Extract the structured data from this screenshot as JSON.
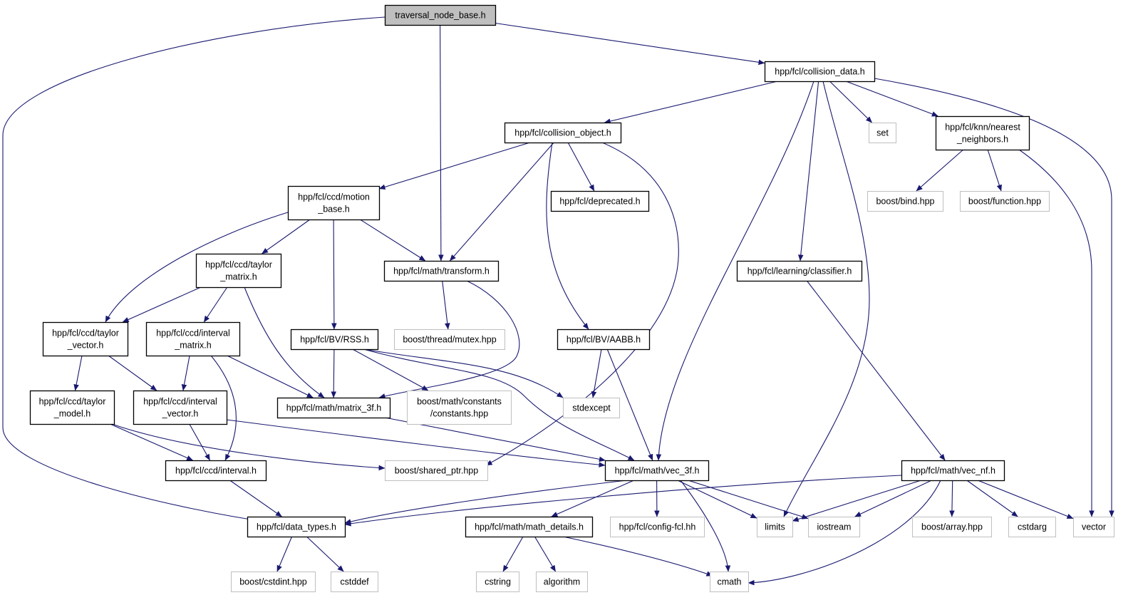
{
  "colors": {
    "edge": "#191970",
    "root_fill": "#bfbfbf",
    "box_border": "#000000",
    "external_border": "#bfbfbf",
    "text": "#000000"
  },
  "nodes": {
    "traversal": {
      "lines": [
        "traversal_node_base.h"
      ],
      "kind": "root"
    },
    "collision_data": {
      "lines": [
        "hpp/fcl/collision_data.h"
      ],
      "kind": "header"
    },
    "collision_object": {
      "lines": [
        "hpp/fcl/collision_object.h"
      ],
      "kind": "header"
    },
    "set": {
      "lines": [
        "set"
      ],
      "kind": "external"
    },
    "knn": {
      "lines": [
        "hpp/fcl/knn/nearest",
        "_neighbors.h"
      ],
      "kind": "header"
    },
    "motion_base": {
      "lines": [
        "hpp/fcl/ccd/motion",
        "_base.h"
      ],
      "kind": "header"
    },
    "deprecated": {
      "lines": [
        "hpp/fcl/deprecated.h"
      ],
      "kind": "header"
    },
    "boost_bind": {
      "lines": [
        "boost/bind.hpp"
      ],
      "kind": "external"
    },
    "boost_function": {
      "lines": [
        "boost/function.hpp"
      ],
      "kind": "external"
    },
    "taylor_matrix": {
      "lines": [
        "hpp/fcl/ccd/taylor",
        "_matrix.h"
      ],
      "kind": "header"
    },
    "transform": {
      "lines": [
        "hpp/fcl/math/transform.h"
      ],
      "kind": "header"
    },
    "classifier": {
      "lines": [
        "hpp/fcl/learning/classifier.h"
      ],
      "kind": "header"
    },
    "taylor_vector": {
      "lines": [
        "hpp/fcl/ccd/taylor",
        "_vector.h"
      ],
      "kind": "header"
    },
    "interval_matrix": {
      "lines": [
        "hpp/fcl/ccd/interval",
        "_matrix.h"
      ],
      "kind": "header"
    },
    "rss": {
      "lines": [
        "hpp/fcl/BV/RSS.h"
      ],
      "kind": "header"
    },
    "mutex": {
      "lines": [
        "boost/thread/mutex.hpp"
      ],
      "kind": "external"
    },
    "aabb": {
      "lines": [
        "hpp/fcl/BV/AABB.h"
      ],
      "kind": "header"
    },
    "taylor_model": {
      "lines": [
        "hpp/fcl/ccd/taylor",
        "_model.h"
      ],
      "kind": "header"
    },
    "interval_vector": {
      "lines": [
        "hpp/fcl/ccd/interval",
        "_vector.h"
      ],
      "kind": "header"
    },
    "matrix_3f": {
      "lines": [
        "hpp/fcl/math/matrix_3f.h"
      ],
      "kind": "header"
    },
    "constants": {
      "lines": [
        "boost/math/constants",
        "/constants.hpp"
      ],
      "kind": "external"
    },
    "stdexcept": {
      "lines": [
        "stdexcept"
      ],
      "kind": "external"
    },
    "interval": {
      "lines": [
        "hpp/fcl/ccd/interval.h"
      ],
      "kind": "header"
    },
    "shared_ptr": {
      "lines": [
        "boost/shared_ptr.hpp"
      ],
      "kind": "external"
    },
    "vec_3f": {
      "lines": [
        "hpp/fcl/math/vec_3f.h"
      ],
      "kind": "header"
    },
    "vec_nf": {
      "lines": [
        "hpp/fcl/math/vec_nf.h"
      ],
      "kind": "header"
    },
    "data_types": {
      "lines": [
        "hpp/fcl/data_types.h"
      ],
      "kind": "header"
    },
    "math_details": {
      "lines": [
        "hpp/fcl/math/math_details.h"
      ],
      "kind": "header"
    },
    "config_fcl": {
      "lines": [
        "hpp/fcl/config-fcl.hh"
      ],
      "kind": "external"
    },
    "limits": {
      "lines": [
        "limits"
      ],
      "kind": "external"
    },
    "iostream": {
      "lines": [
        "iostream"
      ],
      "kind": "external"
    },
    "boost_array": {
      "lines": [
        "boost/array.hpp"
      ],
      "kind": "external"
    },
    "cstdarg": {
      "lines": [
        "cstdarg"
      ],
      "kind": "external"
    },
    "vector": {
      "lines": [
        "vector"
      ],
      "kind": "external"
    },
    "cstdint": {
      "lines": [
        "boost/cstdint.hpp"
      ],
      "kind": "external"
    },
    "cstddef": {
      "lines": [
        "cstddef"
      ],
      "kind": "external"
    },
    "cstring": {
      "lines": [
        "cstring"
      ],
      "kind": "external"
    },
    "algorithm": {
      "lines": [
        "algorithm"
      ],
      "kind": "external"
    },
    "cmath": {
      "lines": [
        "cmath"
      ],
      "kind": "external"
    }
  },
  "edges": [
    [
      "traversal",
      "collision_data"
    ],
    [
      "traversal",
      "transform"
    ],
    [
      "traversal",
      "data_types"
    ],
    [
      "collision_data",
      "collision_object"
    ],
    [
      "collision_data",
      "set"
    ],
    [
      "collision_data",
      "knn"
    ],
    [
      "collision_data",
      "vector"
    ],
    [
      "collision_data",
      "vec_3f"
    ],
    [
      "collision_data",
      "classifier"
    ],
    [
      "collision_data",
      "limits"
    ],
    [
      "collision_object",
      "motion_base"
    ],
    [
      "collision_object",
      "transform"
    ],
    [
      "collision_object",
      "deprecated"
    ],
    [
      "collision_object",
      "aabb"
    ],
    [
      "collision_object",
      "shared_ptr"
    ],
    [
      "knn",
      "boost_bind"
    ],
    [
      "knn",
      "boost_function"
    ],
    [
      "knn",
      "vector"
    ],
    [
      "motion_base",
      "taylor_vector"
    ],
    [
      "motion_base",
      "taylor_matrix"
    ],
    [
      "motion_base",
      "rss"
    ],
    [
      "motion_base",
      "transform"
    ],
    [
      "taylor_matrix",
      "taylor_vector"
    ],
    [
      "taylor_matrix",
      "interval_matrix"
    ],
    [
      "taylor_matrix",
      "matrix_3f"
    ],
    [
      "transform",
      "mutex"
    ],
    [
      "transform",
      "matrix_3f"
    ],
    [
      "classifier",
      "vec_nf"
    ],
    [
      "taylor_vector",
      "taylor_model"
    ],
    [
      "taylor_vector",
      "interval_vector"
    ],
    [
      "interval_matrix",
      "interval_vector"
    ],
    [
      "interval_matrix",
      "interval"
    ],
    [
      "interval_matrix",
      "matrix_3f"
    ],
    [
      "rss",
      "matrix_3f"
    ],
    [
      "rss",
      "constants"
    ],
    [
      "rss",
      "stdexcept"
    ],
    [
      "rss",
      "vec_3f"
    ],
    [
      "aabb",
      "stdexcept"
    ],
    [
      "aabb",
      "vec_3f"
    ],
    [
      "taylor_model",
      "interval"
    ],
    [
      "taylor_model",
      "shared_ptr"
    ],
    [
      "interval_vector",
      "interval"
    ],
    [
      "interval_vector",
      "vec_3f"
    ],
    [
      "matrix_3f",
      "vec_3f"
    ],
    [
      "interval",
      "data_types"
    ],
    [
      "vec_3f",
      "data_types"
    ],
    [
      "vec_3f",
      "math_details"
    ],
    [
      "vec_3f",
      "config_fcl"
    ],
    [
      "vec_3f",
      "limits"
    ],
    [
      "vec_3f",
      "iostream"
    ],
    [
      "vec_3f",
      "cmath"
    ],
    [
      "vec_nf",
      "data_types"
    ],
    [
      "vec_nf",
      "limits"
    ],
    [
      "vec_nf",
      "iostream"
    ],
    [
      "vec_nf",
      "boost_array"
    ],
    [
      "vec_nf",
      "cstdarg"
    ],
    [
      "vec_nf",
      "vector"
    ],
    [
      "vec_nf",
      "cmath"
    ],
    [
      "data_types",
      "cstdint"
    ],
    [
      "data_types",
      "cstddef"
    ],
    [
      "math_details",
      "cstring"
    ],
    [
      "math_details",
      "algorithm"
    ],
    [
      "math_details",
      "cmath"
    ]
  ]
}
